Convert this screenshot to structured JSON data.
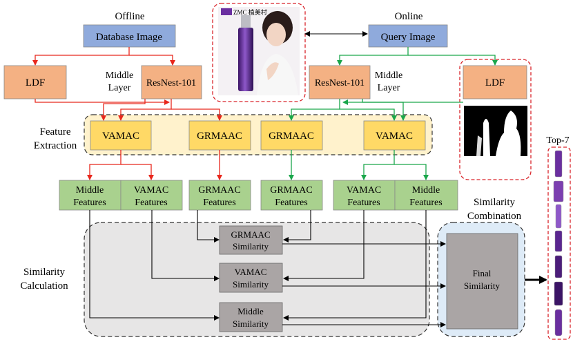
{
  "labels": {
    "offline": "Offline",
    "online": "Online",
    "feature_extraction_1": "Feature",
    "feature_extraction_2": "Extraction",
    "similarity_calc_1": "Similarity",
    "similarity_calc_2": "Calculation",
    "similarity_comb_1": "Similarity",
    "similarity_comb_2": "Combination",
    "top7": "Top-7",
    "middle_layer_1": "Middle",
    "middle_layer_2": "Layer"
  },
  "boxes": {
    "database_image": "Database Image",
    "query_image": "Query Image",
    "ldf": "LDF",
    "resnest": "ResNest-101",
    "vamac": "VAMAC",
    "grmaac": "GRMAAC",
    "middle_features_1": "Middle",
    "middle_features_2": "Features",
    "vamac_features_1": "VAMAC",
    "vamac_features_2": "Features",
    "grmaac_features_1": "GRMAAC",
    "grmaac_features_2": "Features",
    "grmaac_sim_1": "GRMAAC",
    "grmaac_sim_2": "Similarity",
    "vamac_sim_1": "VAMAC",
    "vamac_sim_2": "Similarity",
    "middle_sim_1": "Middle",
    "middle_sim_2": "Similarity",
    "final_sim_1": "Final",
    "final_sim_2": "Similarity"
  },
  "product_logo_text": "ZMC 植美村",
  "colors": {
    "blue_box": "#8faadc",
    "orange_box": "#f4b183",
    "yellow_box": "#ffd966",
    "green_box": "#a9d18e",
    "gray_box": "#aaa5a5",
    "offline_arrow": "#e8271c",
    "online_arrow": "#1aa64b",
    "feature_bg": "#fff2cc",
    "calc_bg": "#e7e6e6",
    "comb_bg": "#deebf7",
    "red_dash": "#d9242a",
    "product_purple": "#6a2fa0"
  }
}
